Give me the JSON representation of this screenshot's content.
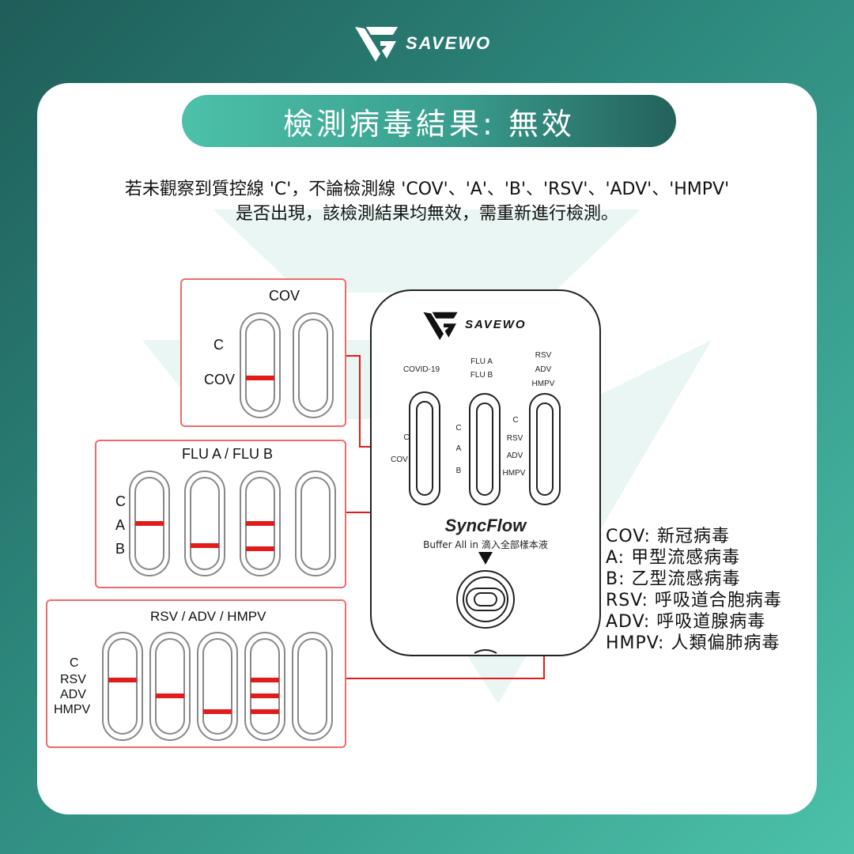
{
  "brand": {
    "name": "SAVEWO"
  },
  "title": "檢測病毒結果: 無效",
  "description": {
    "line1": "若未觀察到質控線 'C'，不論檢測線 'COV'、'A'、'B'、'RSV'、'ADV'、'HMPV'",
    "line2": "是否出現，該檢測結果均無效，需重新進行檢測。"
  },
  "colors": {
    "accent": "#4cc1a9",
    "dark": "#1f5d59",
    "line_red": "#e21b1b",
    "panel_border": "#ef6b6b"
  },
  "panels": {
    "cov": {
      "title": "COV",
      "labels": [
        "C",
        "COV"
      ]
    },
    "flu": {
      "title": "FLU A / FLU B",
      "labels": [
        "C",
        "A",
        "B"
      ]
    },
    "rsv": {
      "title": "RSV / ADV / HMPV",
      "labels": [
        "C",
        "RSV",
        "ADV",
        "HMPV"
      ]
    }
  },
  "device": {
    "brand": "SAVEWO",
    "col1": {
      "header": "COVID-19",
      "labels": [
        "C",
        "COV"
      ]
    },
    "col2": {
      "header1": "FLU A",
      "header2": "FLU B",
      "labels": [
        "C",
        "A",
        "B"
      ]
    },
    "col3": {
      "header1": "RSV",
      "header2": "ADV",
      "header3": "HMPV",
      "labels": [
        "C",
        "RSV",
        "ADV",
        "HMPV"
      ]
    },
    "product": "SyncFlow",
    "buffer_text": "Buffer All in 滴入全部樣本液",
    "arrow_icon": "down-triangle-icon"
  },
  "legend": [
    "COV: 新冠病毒",
    "A: 甲型流感病毒",
    "B: 乙型流感病毒",
    "RSV: 呼吸道合胞病毒",
    "ADV: 呼吸道腺病毒",
    "HMPV: 人類偏肺病毒"
  ]
}
